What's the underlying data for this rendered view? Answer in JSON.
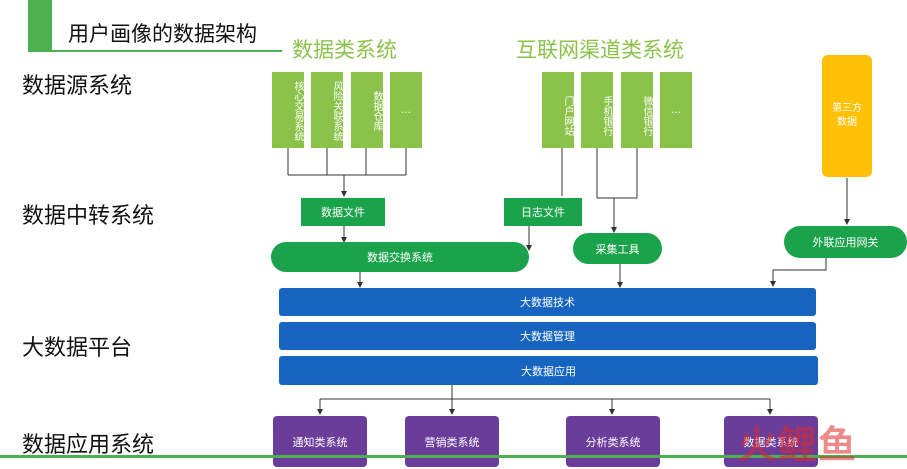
{
  "title": "用户画像的数据架构",
  "layers": {
    "source": "数据源系统",
    "transit": "数据中转系统",
    "platform": "大数据平台",
    "app": "数据应用系统"
  },
  "groups": {
    "data": "数据类系统",
    "internet": "互联网渠道类系统"
  },
  "data_systems": [
    "核心交易系统",
    "风险关联系统",
    "数据仓库",
    "…"
  ],
  "internet_systems": [
    "门户网站",
    "手机银行",
    "微信银行",
    "…"
  ],
  "third_party": "第三方数据",
  "transit": {
    "data_file": "数据文件",
    "log_file": "日志文件",
    "exchange": "数据交换系统",
    "collector": "采集工具",
    "gateway": "外联应用网关"
  },
  "platform": [
    "大数据技术",
    "大数据管理",
    "大数据应用"
  ],
  "apps": [
    "通知类系统",
    "营销类系统",
    "分析类系统",
    "数据类系统"
  ],
  "watermark": "火鲤鱼",
  "colors": {
    "title_green": "#4caf50",
    "source_green": "#8bc34a",
    "transit_green": "#1aa34a",
    "platform_blue": "#1565c0",
    "app_purple": "#6a3d9a",
    "third_party_yellow": "#ffc107"
  }
}
